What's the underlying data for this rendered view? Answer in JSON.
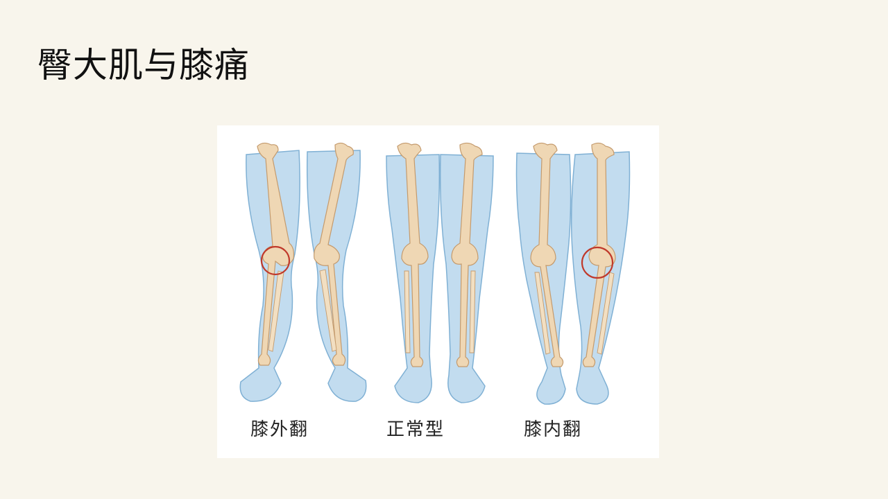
{
  "slide": {
    "title": "臀大肌与膝痛"
  },
  "figure": {
    "captions": {
      "valgus": "膝外翻",
      "normal": "正常型",
      "varus": "膝内翻"
    },
    "colors": {
      "leg_fill": "#c2dcef",
      "leg_outline": "#7fb0d4",
      "bone": "#efd7b4",
      "bone_outline": "#c49a6c",
      "highlight_circle": "#c0392b"
    }
  }
}
